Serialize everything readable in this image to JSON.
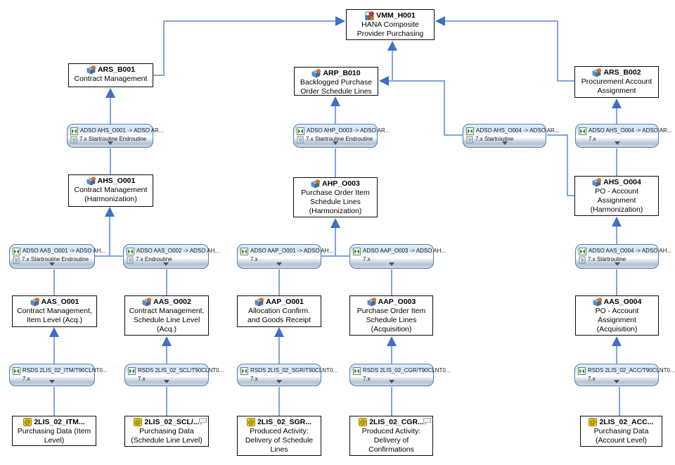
{
  "diagram": {
    "nodes": [
      {
        "id": "vmm_h001",
        "icon": "composite-provider-icon",
        "title": "VMM_H001",
        "lines": [
          "HANA Composite",
          "Provider Purchasing"
        ],
        "comment": false
      },
      {
        "id": "ars_b001",
        "icon": "adso-icon",
        "title": "ARS_B001",
        "lines": [
          "Contract Management"
        ],
        "comment": false
      },
      {
        "id": "arp_b010",
        "icon": "adso-icon",
        "title": "ARP_B010",
        "lines": [
          "Backlogged Purchase",
          "Order Schedule Lines"
        ],
        "comment": false
      },
      {
        "id": "ars_b002",
        "icon": "adso-icon",
        "title": "ARS_B002",
        "lines": [
          "Procurement Account",
          "Assignment"
        ],
        "comment": false
      },
      {
        "id": "ahs_o001",
        "icon": "adso-icon",
        "title": "AHS_O001",
        "lines": [
          "Contract Management",
          "(Harmonization)"
        ],
        "comment": false
      },
      {
        "id": "ahp_o003",
        "icon": "adso-icon",
        "title": "AHP_O003",
        "lines": [
          "Purchase Order Item",
          "Schedule Lines",
          "(Harmonization)"
        ],
        "comment": false
      },
      {
        "id": "ahs_o004",
        "icon": "adso-icon",
        "title": "AHS_O004",
        "lines": [
          "PO - Account",
          "Assignment",
          "(Harmonization)"
        ],
        "comment": false
      },
      {
        "id": "aas_o001",
        "icon": "adso-icon",
        "title": "AAS_O001",
        "lines": [
          "Contract Management,",
          "Item Level (Acq.)"
        ],
        "comment": false
      },
      {
        "id": "aas_o002",
        "icon": "adso-icon",
        "title": "AAS_O002",
        "lines": [
          "Contract Management,",
          "Schedule Line Level",
          "(Acq.)"
        ],
        "comment": false
      },
      {
        "id": "aap_o001",
        "icon": "adso-icon",
        "title": "AAP_O001",
        "lines": [
          "Allocation Confirm.",
          "and Goods Receipt"
        ],
        "comment": false
      },
      {
        "id": "aap_o003",
        "icon": "adso-icon",
        "title": "AAP_O003",
        "lines": [
          "Purchase Order Item",
          "Schedule Lines",
          "(Acquisition)"
        ],
        "comment": false
      },
      {
        "id": "aas_o004",
        "icon": "adso-icon",
        "title": "AAS_O004",
        "lines": [
          "PO - Account",
          "Assignment",
          "(Acquisition)"
        ],
        "comment": false
      },
      {
        "id": "ds_itm",
        "icon": "datasource-icon",
        "title": "2LIS_02_ITM...",
        "lines": [
          "Purchasing Data (Item",
          "Level)"
        ],
        "comment": false
      },
      {
        "id": "ds_scl",
        "icon": "datasource-icon",
        "title": "2LIS_02_SCL/...",
        "lines": [
          "Purchasing Data",
          "(Schedule Line Level)"
        ],
        "comment": true
      },
      {
        "id": "ds_sgr",
        "icon": "datasource-icon",
        "title": "2LIS_02_SGR...",
        "lines": [
          "Produced Activity:",
          "Delivery of Schedule",
          "Lines"
        ],
        "comment": false
      },
      {
        "id": "ds_cgr",
        "icon": "datasource-icon",
        "title": "2LIS_02_CGR...",
        "lines": [
          "Produced Activity:",
          "Delivery of",
          "Confirmations"
        ],
        "comment": true
      },
      {
        "id": "ds_acc",
        "icon": "datasource-icon",
        "title": "2LIS_02_ACC...",
        "lines": [
          "Purchasing Data",
          "(Account Level)"
        ],
        "comment": false
      }
    ],
    "transformations": [
      {
        "id": "t_ahs_o001",
        "line1": "ADSO AHS_O001 -> ADSO AR...",
        "line2": "7.x Startroutine Endroutine",
        "routine_icon": true
      },
      {
        "id": "t_ahp_o003",
        "line1": "ADSO AHP_O003 -> ADSO AR...",
        "line2": "7.x Startroutine Endroutine",
        "routine_icon": true
      },
      {
        "id": "t_ahs_o004_a",
        "line1": "ADSO AHS_O004 -> ADSO AR...",
        "line2": "7.x Startroutine",
        "routine_icon": true
      },
      {
        "id": "t_ahs_o004_b",
        "line1": "ADSO AHS_O004 -> ADSO AR...",
        "line2": "7.x",
        "routine_icon": false
      },
      {
        "id": "t_aas_o001",
        "line1": "ADSO AAS_O001 -> ADSO AH...",
        "line2": "7.x Startroutine Endroutine",
        "routine_icon": true
      },
      {
        "id": "t_aas_o002",
        "line1": "ADSO AAS_O002 -> ADSO AH...",
        "line2": "7.x Endroutine",
        "routine_icon": true
      },
      {
        "id": "t_aap_o001",
        "line1": "ADSO AAP_O001 -> ADSO AH...",
        "line2": "7.x",
        "routine_icon": false
      },
      {
        "id": "t_aap_o003",
        "line1": "ADSO AAP_O003 -> ADSO AH...",
        "line2": "7.x",
        "routine_icon": false
      },
      {
        "id": "t_aas_o004",
        "line1": "ADSO AAS_O004 -> ADSO AH...",
        "line2": "7.x Startroutine",
        "routine_icon": true
      },
      {
        "id": "t_ds_itm",
        "line1": "RSDS 2LIS_02_ITM/T90CLNT0...",
        "line2": "7.x",
        "routine_icon": false
      },
      {
        "id": "t_ds_scl",
        "line1": "RSDS 2LIS_02_SCL/T90CLNT0...",
        "line2": "7.x",
        "routine_icon": false
      },
      {
        "id": "t_ds_sgr",
        "line1": "RSDS 2LIS_02_SGR/T90CLNT0...",
        "line2": "7.x",
        "routine_icon": false
      },
      {
        "id": "t_ds_cgr",
        "line1": "RSDS 2LIS_02_CGR/T90CLNT0...",
        "line2": "7.x",
        "routine_icon": false
      },
      {
        "id": "t_ds_acc",
        "line1": "RSDS 2LIS_02_ACC/T90CLNT0...",
        "line2": "7.x",
        "routine_icon": false
      }
    ],
    "colors": {
      "connector_line": "#7fa5de",
      "arrowhead": "#3f6fc6",
      "transformation_border": "#4e7bb0",
      "node_border": "#0a0a0a",
      "datasource_yellow": "#f2d114",
      "transformation_green": "#1a9c1a",
      "adso_orange": "#e8701a"
    }
  }
}
